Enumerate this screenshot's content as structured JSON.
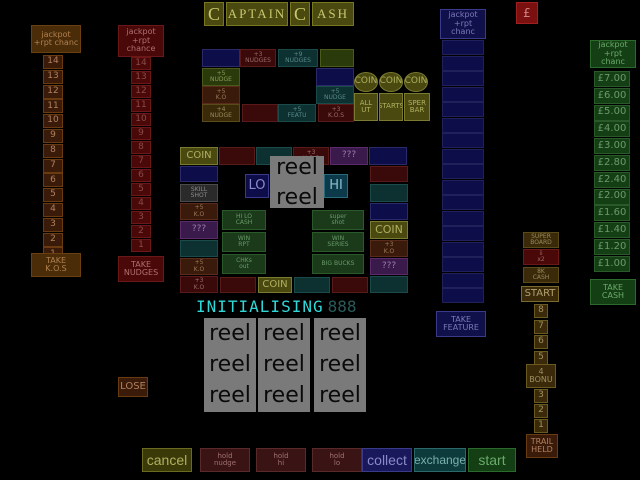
{
  "title": [
    "C",
    "APTAIN",
    "C",
    "ASH"
  ],
  "top_right_badge": "£",
  "left_ladder_1": {
    "header": "jackpot\n+rpt chanc",
    "values": [
      "14",
      "13",
      "12",
      "11",
      "10",
      "9",
      "8",
      "7",
      "6",
      "5",
      "4",
      "3",
      "2",
      "1"
    ],
    "footer": "TAKE\nK.O.S"
  },
  "left_ladder_2": {
    "header": "jackpot\n+rpt\nchance",
    "values": [
      "14",
      "13",
      "12",
      "11",
      "10",
      "9",
      "8",
      "7",
      "6",
      "5",
      "4",
      "3",
      "2",
      "1"
    ],
    "footer": "TAKE\nNUDGES"
  },
  "center_blue_column": {
    "header": "jackpot\n+rpt chanc",
    "footer": "TAKE\nFEATURE"
  },
  "right_cash_ladder": {
    "header": "jackpot\n+rpt chanc",
    "values": [
      "£7.00",
      "£6.00",
      "£5.00",
      "£4.00",
      "£3.00",
      "£2.80",
      "£2.40",
      "£2.00",
      "£1.60",
      "£1.40",
      "£1.20",
      "£1.00"
    ],
    "footer": "TAKE\nCASH"
  },
  "trail": {
    "top_labels": [
      "SUPER\nBOARD",
      "ii\nx2",
      "8K\nCASH"
    ],
    "start": "START",
    "steps": [
      "8",
      "7",
      "6",
      "5"
    ],
    "bonus": "4\nBONU",
    "steps_low": [
      "3",
      "2",
      "1"
    ],
    "footer": "TRAIL\nHELD"
  },
  "top_board": {
    "row1": [
      "",
      "+3\nNUDGES",
      "+9\nNUDGES",
      ""
    ],
    "left_col": [
      "+5\nNUDGE",
      "+5\nK.O",
      "+4\nNUDGE"
    ],
    "row_bottom": [
      "+5\nFEATU",
      "+3\nK.O.S"
    ],
    "right_col": [
      "",
      "+5\nNUDGE"
    ]
  },
  "coin_cluster": {
    "coins": [
      "COIN",
      "COIN",
      "COIN"
    ],
    "labels": [
      "ALL UT",
      "STARTS",
      "SPER BAR"
    ]
  },
  "mid_row": [
    "COIN",
    "",
    "",
    "+3\nK.O.S",
    "???",
    ""
  ],
  "left_mid_col": [
    "",
    "SKILL\nSHOT",
    "+5\nK.O",
    "???",
    "",
    "+5\nK.O",
    "+3\nK.O"
  ],
  "lo_label": "LO",
  "hi_label": "HI",
  "mini_reel": [
    "reel",
    "reel"
  ],
  "inner_panels": [
    {
      "text": "HI LO\nCASH"
    },
    {
      "text": "WIN\nRPT"
    },
    {
      "text": "CHKs\nout"
    },
    {
      "text": "super\nshot"
    },
    {
      "text": "WIN\nSERIES"
    },
    {
      "text": "BIG BUCKS"
    }
  ],
  "right_mid_col": [
    "",
    "",
    "",
    "",
    "+3\nK.O",
    "???",
    ""
  ],
  "right_coin": "COIN",
  "bottom_coin": "COIN",
  "status_text": "INITIALISING",
  "status_digits": "888",
  "reels": [
    [
      "reel",
      "reel",
      "reel"
    ],
    [
      "reel",
      "reel",
      "reel"
    ],
    [
      "reel",
      "reel",
      "reel"
    ]
  ],
  "lose_label": "LOSE",
  "bottom_buttons": {
    "cancel": "cancel",
    "hold_nudge": "hold\nnudge",
    "hold_hi": "hold\nhi",
    "hold_lo": "hold\nlo",
    "collect": "collect",
    "exchange": "exchange",
    "start": "start"
  },
  "colors": {
    "title_bg": "#4a4a10",
    "ladder_red": "#5a0a0a",
    "cash_green": "#143e14",
    "feature_blue": "#0d0d4a",
    "status_cyan": "#30d8d8"
  }
}
